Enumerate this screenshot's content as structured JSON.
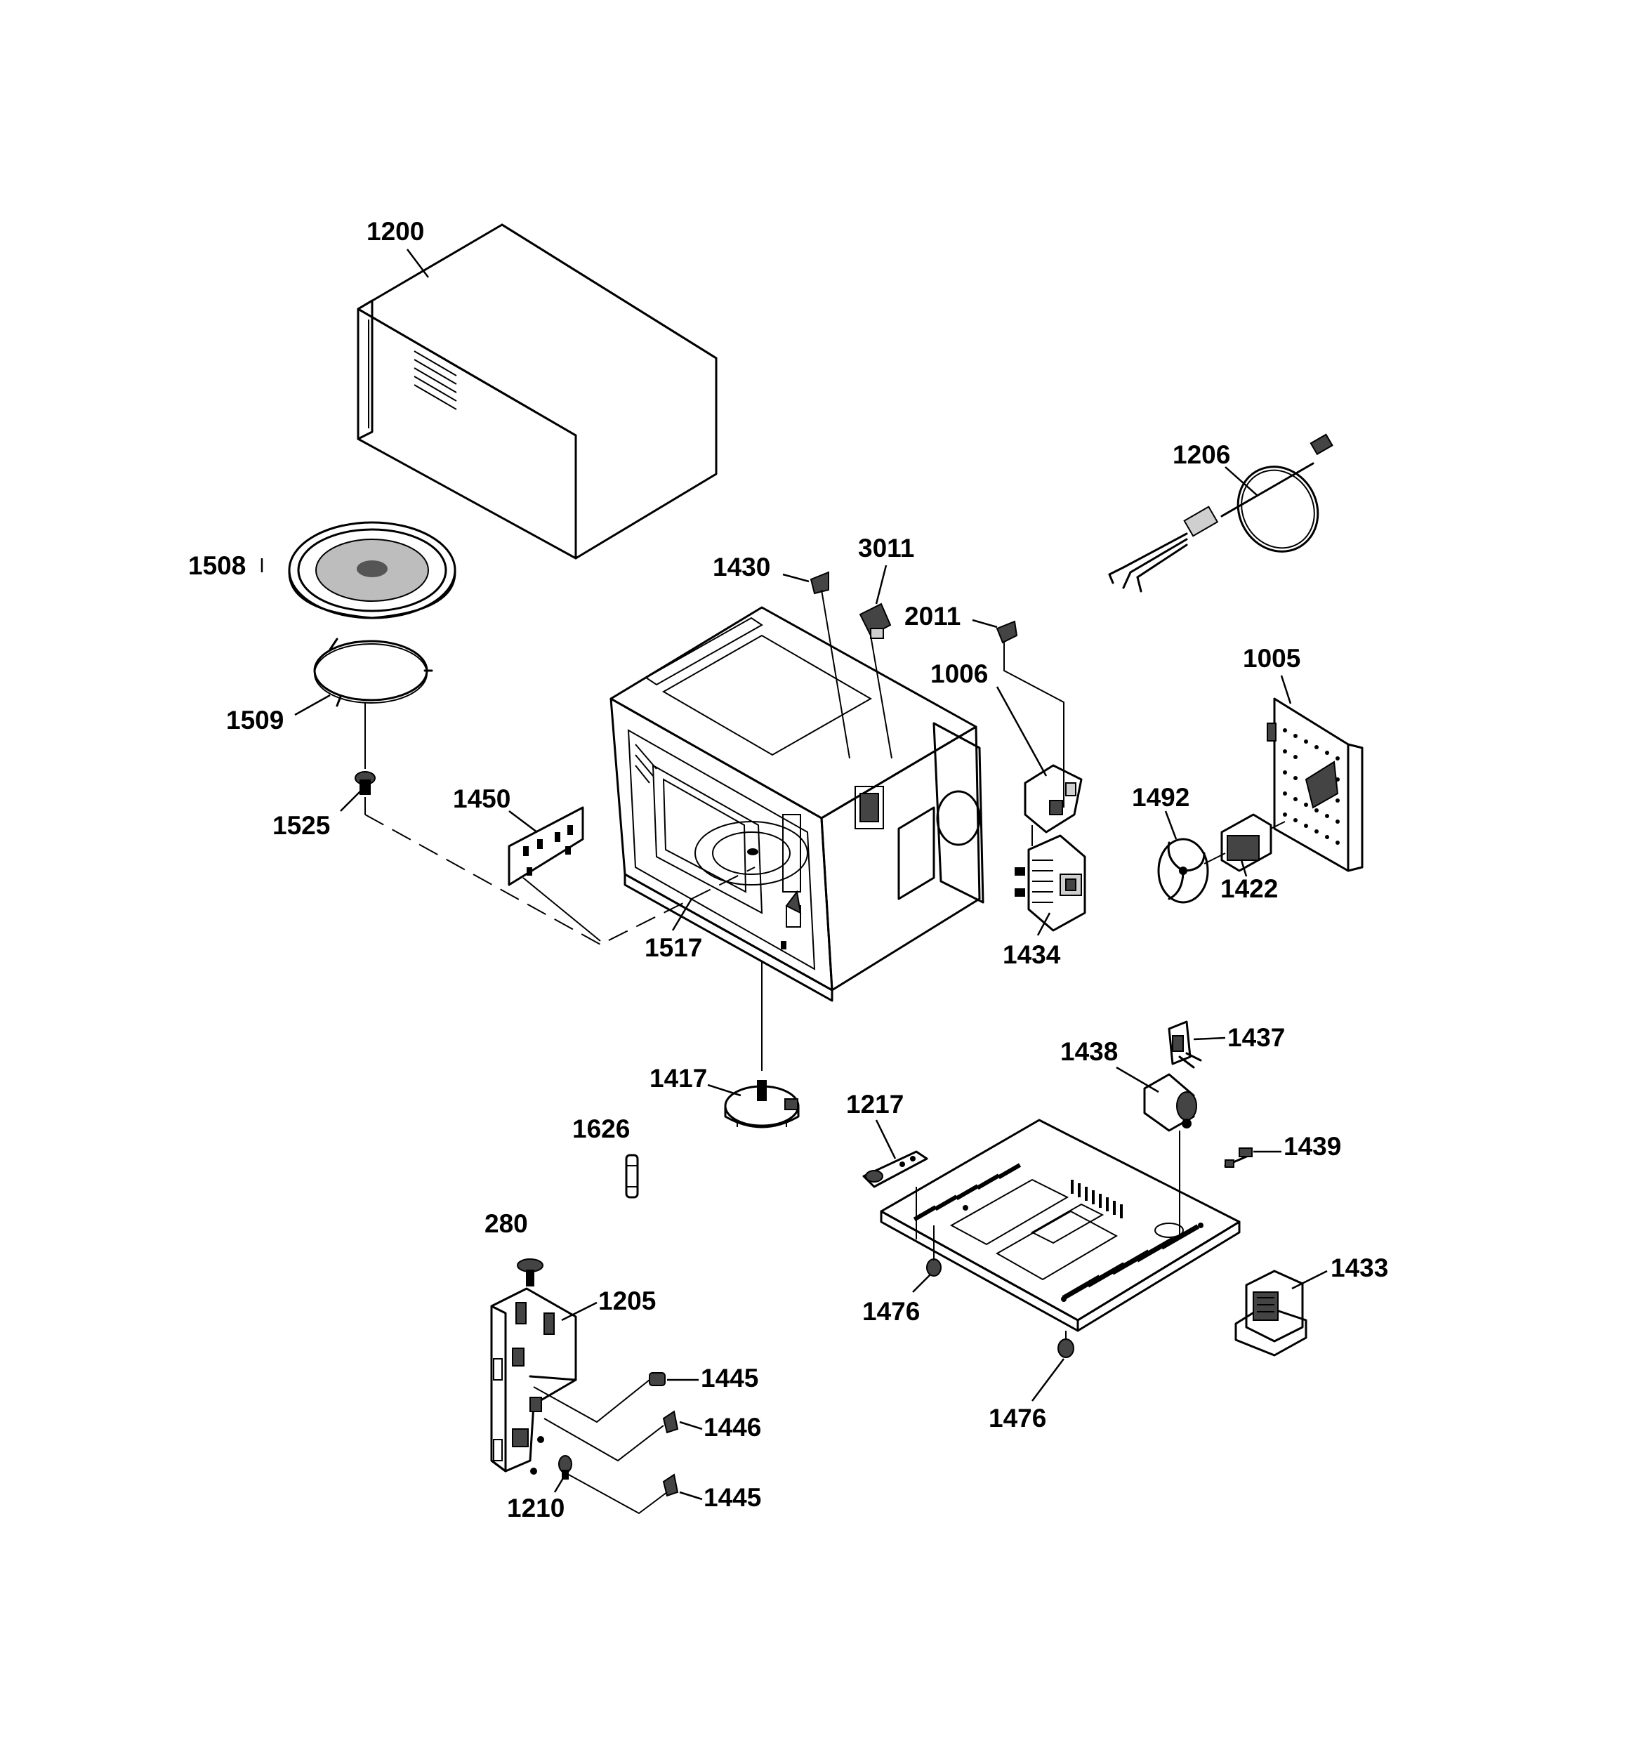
{
  "diagram": {
    "labels": {
      "l1200": "1200",
      "l1206": "1206",
      "l1508": "1508",
      "l1509": "1509",
      "l1525": "1525",
      "l1430": "1430",
      "l3011": "3011",
      "l2011": "2011",
      "l1006": "1006",
      "l1005": "1005",
      "l1450": "1450",
      "l1492": "1492",
      "l1422": "1422",
      "l1517": "1517",
      "l1434": "1434",
      "l1437": "1437",
      "l1438": "1438",
      "l1417": "1417",
      "l1217": "1217",
      "l1439": "1439",
      "l1626": "1626",
      "l280": "280",
      "l1433": "1433",
      "l1205": "1205",
      "l1476a": "1476",
      "l1476b": "1476",
      "l1445a": "1445",
      "l1446": "1446",
      "l1445b": "1445",
      "l1210": "1210"
    }
  }
}
